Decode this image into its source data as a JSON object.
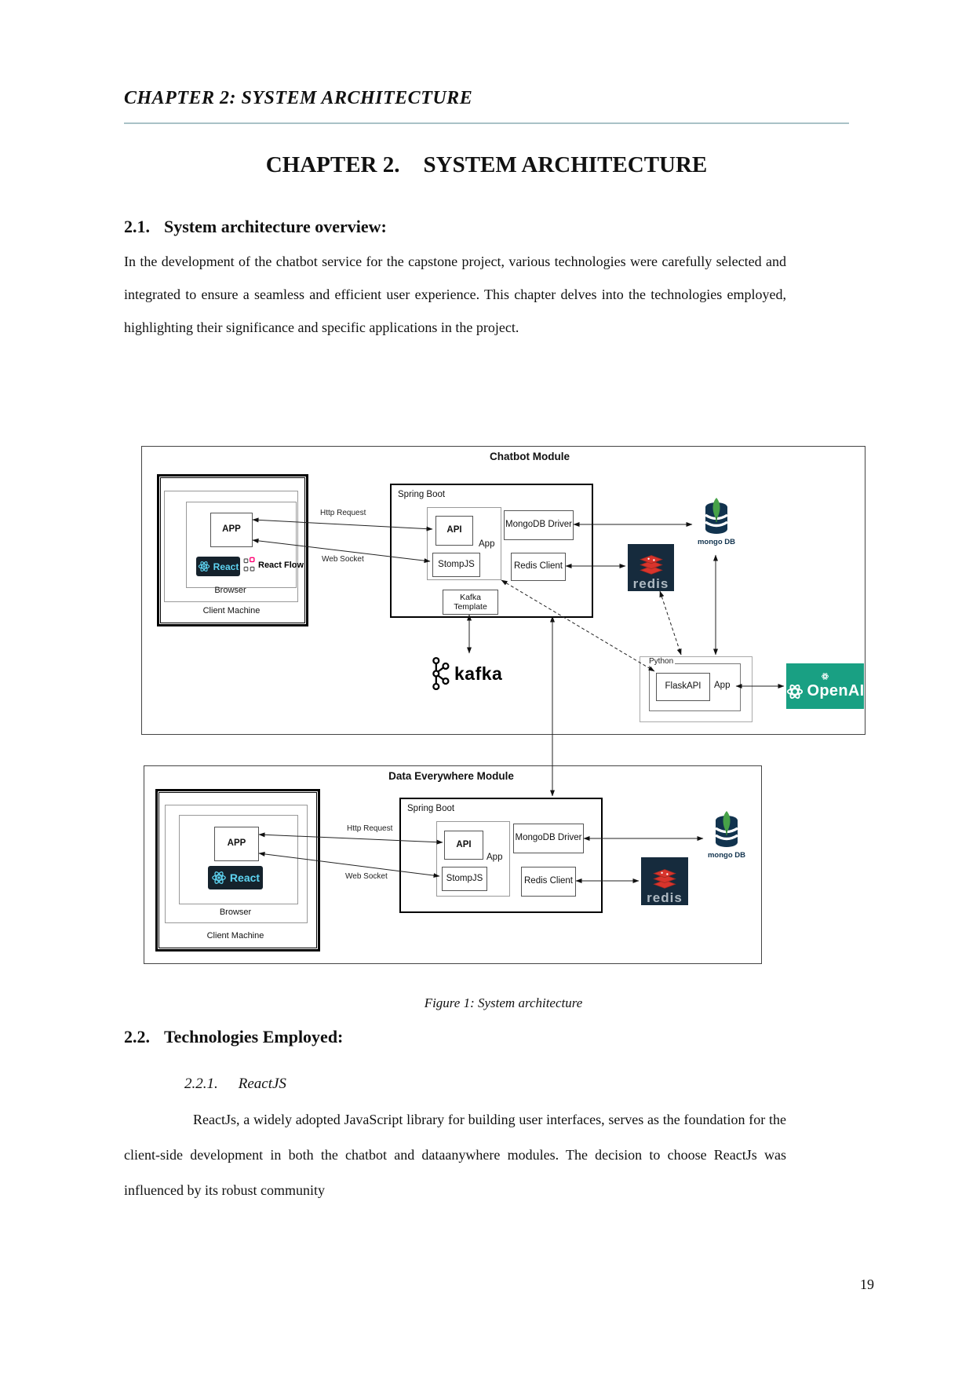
{
  "page_number": "19",
  "header": {
    "title": "CHAPTER 2: SYSTEM ARCHITECTURE"
  },
  "chapter_title": {
    "number": "CHAPTER 2.",
    "name": "SYSTEM ARCHITECTURE"
  },
  "section_2_1": {
    "number": "2.1.",
    "title": "System architecture overview:",
    "body": "In the development of the chatbot service for the capstone project, various technologies were carefully selected and integrated to ensure a seamless and efficient user experience. This chapter delves into the technologies employed, highlighting their significance and specific applications in the project."
  },
  "figure": {
    "caption": "Figure 1: System architecture",
    "chatbot": {
      "title": "Chatbot Module",
      "client_machine": "Client Machine",
      "browser": "Browser",
      "app": "APP",
      "react": "React",
      "react_flow": "React Flow",
      "spring_boot": "Spring Boot",
      "app_group": "App",
      "api": "API",
      "stompjs": "StompJS",
      "mongodb_driver": "MongoDB Driver",
      "redis_client": "Redis Client",
      "kafka_template_line1": "Kafka",
      "kafka_template_line2": "Template",
      "http_request": "Http Request",
      "web_socket": "Web Socket",
      "kafka": "kafka",
      "redis": "redis",
      "mongodb": "mongo DB",
      "python": "Python",
      "flask_api": "FlaskAPI",
      "flask_app": "App",
      "openai": "OpenAI"
    },
    "data_everywhere": {
      "title": "Data Everywhere Module",
      "client_machine": "Client Machine",
      "browser": "Browser",
      "app": "APP",
      "react": "React",
      "spring_boot": "Spring Boot",
      "app_group": "App",
      "api": "API",
      "stompjs": "StompJS",
      "mongodb_driver": "MongoDB Driver",
      "redis_client": "Redis Client",
      "http_request": "Http Request",
      "web_socket": "Web Socket",
      "redis": "redis",
      "mongodb": "mongo DB"
    },
    "colors": {
      "react_cyan": "#5ed4f2",
      "react_flow_pink": "#ff0072",
      "redis_red": "#d8342c",
      "redis_panel": "#162b3d",
      "mongo_navy": "#11334e",
      "mongo_green": "#47a248",
      "openai_teal": "#19a083",
      "header_rule": "#a9c2c7"
    }
  },
  "section_2_2": {
    "number": "2.2.",
    "title": "Technologies Employed:",
    "subsection": {
      "number": "2.2.1.",
      "title": "ReactJS"
    },
    "body": "ReactJs, a widely adopted JavaScript library for building user interfaces, serves as the foundation for the client-side development in both the chatbot and dataanywhere modules. The decision to choose ReactJs was influenced by its robust community"
  }
}
